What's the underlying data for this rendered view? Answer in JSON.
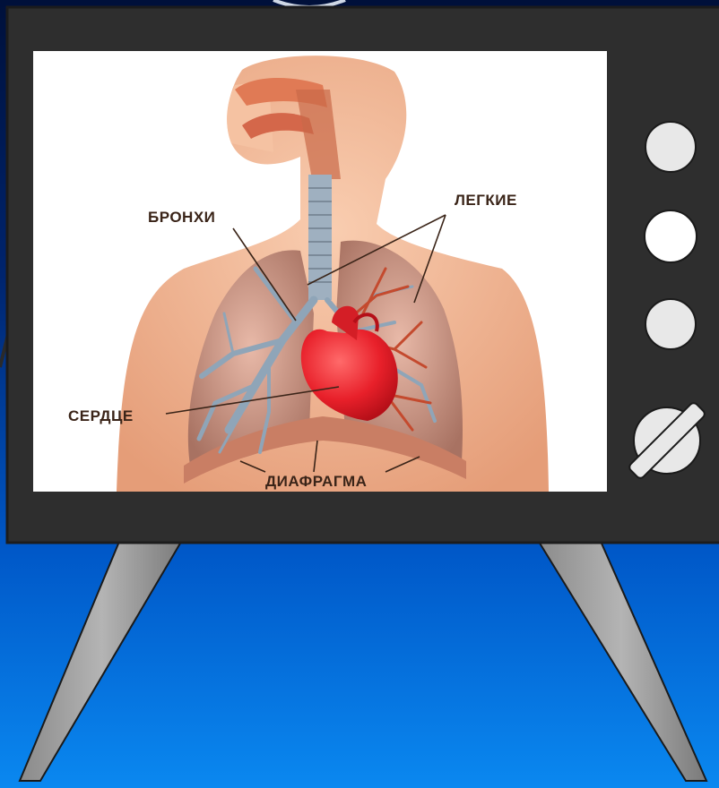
{
  "diagram": {
    "labels": {
      "bronchi": "БРОНХИ",
      "lungs": "ЛЕГКИЕ",
      "heart": "СЕРДЦЕ",
      "diaphragm": "ДИАФРАГМА"
    }
  },
  "colors": {
    "tv_frame": "#2e2e2e",
    "screen": "#ffffff",
    "knob": "#e8e8e8",
    "skin": "#f2b897",
    "heart": "#e8202a"
  },
  "icons": [
    "tv-antenna-icon",
    "tv-knob-icon",
    "tv-dial-icon",
    "tv-leg-icon"
  ]
}
